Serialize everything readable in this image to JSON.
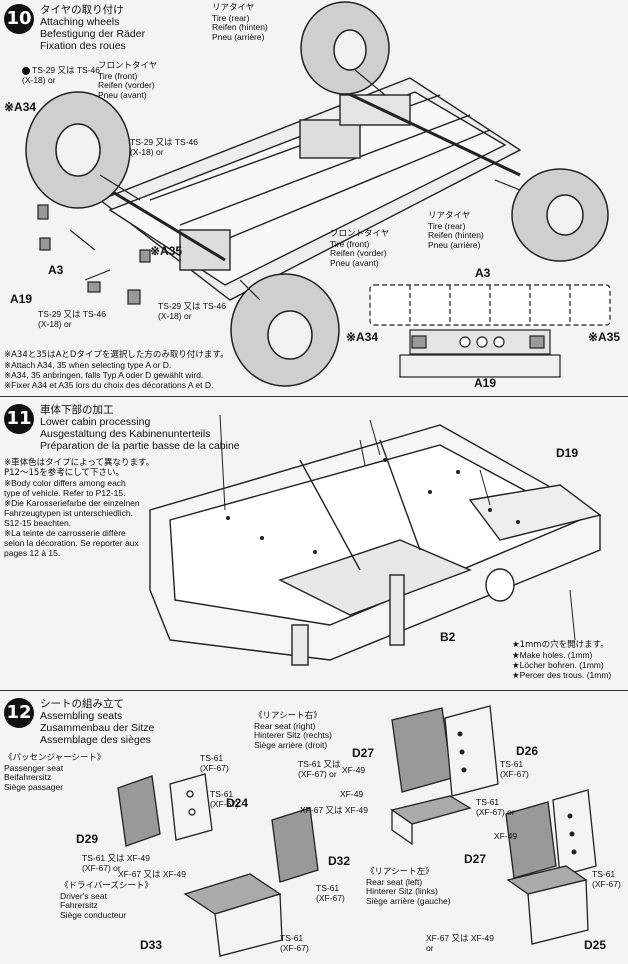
{
  "step10": {
    "number": "10",
    "title_jp": "タイヤの取り付け",
    "title_en": "Attaching wheels",
    "title_de": "Befestigung der Räder",
    "title_fr": "Fixation des roues",
    "tire_rear_top": [
      "リアタイヤ",
      "Tire (rear)",
      "Reifen (hinten)",
      "Pneu (arrière)"
    ],
    "tire_front_top": [
      "フロントタイヤ",
      "Tire (front)",
      "Reifen (vorder)",
      "Pneu (avant)"
    ],
    "tire_front_bottom": [
      "フロントタイヤ",
      "Tire (front)",
      "Reifen (vorder)",
      "Pneu (avant)"
    ],
    "tire_rear_right": [
      "リアタイヤ",
      "Tire (rear)",
      "Reifen (hinten)",
      "Pneu (arrière)"
    ],
    "paint_ts29_a": [
      "TS-29 又は TS-46",
      "(X-18) or"
    ],
    "paint_ts29_b": [
      "TS-29 又は TS-46",
      "(X-18) or"
    ],
    "paint_ts29_c": [
      "TS-29 又は TS-46",
      "(X-18) or"
    ],
    "paint_ts29_d": [
      "TS-29 又は TS-46",
      "(X-18) or"
    ],
    "parts": {
      "a34": "※A34",
      "a35": "※A35",
      "a3": "A3",
      "a19": "A19",
      "a34r": "※A34",
      "a35r": "※A35",
      "a3r": "A3",
      "a19r": "A19"
    },
    "notes": [
      "※A34と35はAとDタイプを選択した方のみ取り付けます。",
      "※Attach A34, 35 when selecting type A or D.",
      "※A34, 35 anbringen, falls Typ A oder D gewählt wird.",
      "※Fixer A34 et A35 lors du choix des décorations A et D."
    ]
  },
  "step11": {
    "number": "11",
    "title_jp": "車体下部の加工",
    "title_en": "Lower cabin processing",
    "title_de": "Ausgestaltung des Kabinenunterteils",
    "title_fr": "Préparation de la partie basse de la cabine",
    "notes": [
      "※車体色はタイプによって異なります。",
      "P12〜15を参考にして下さい。",
      "※Body color differs among each",
      "type of vehicle. Refer to P12-15.",
      "※Die Karosseriefarbe der einzelnen",
      "Fahrzeugtypen ist unterschiedlich.",
      "S12-15 beachten.",
      "※La teinte de carrosserie diffère",
      "selon la décoration. Se reporter aux",
      "pages 12 à 15."
    ],
    "parts": {
      "d19": "D19",
      "b2": "B2"
    },
    "holes": [
      "★1mmの穴を開けます。",
      "★Make holes. (1mm)",
      "★Löcher bohren. (1mm)",
      "★Percer des trous. (1mm)"
    ]
  },
  "step12": {
    "number": "12",
    "title_jp": "シートの組み立て",
    "title_en": "Assembling seats",
    "title_de": "Zusammenbau der Sitze",
    "title_fr": "Assemblage des sièges",
    "passenger": [
      "《パッセンジャーシート》",
      "Passenger seat",
      "Beifahrersitz",
      "Siège passager"
    ],
    "driver": [
      "《ドライバーズシート》",
      "Driver's seat",
      "Fahrersitz",
      "Siège conducteur"
    ],
    "rear_right": [
      "《リアシート右》",
      "Rear seat (right)",
      "Hinterer Sitz (rechts)",
      "Siège arrière (droit)"
    ],
    "rear_left": [
      "《リアシート左》",
      "Rear seat (left)",
      "Hinterer Sitz (links)",
      "Siège arrière (gauche)"
    ],
    "paints": {
      "ts61_a": [
        "TS-61",
        "(XF-67)"
      ],
      "ts61_b": "TS-61 又は XF-49",
      "ts61_b2": "(XF-67) or",
      "xf67_a": "XF-67 又は XF-49",
      "xf67_b": "XF-67 又は XF-49",
      "ts61_c": [
        "TS-61",
        "(XF-67)"
      ],
      "ts61_d": [
        "TS-61",
        "(XF-67)"
      ],
      "ts61_e": "TS-61 又は",
      "ts61_e2": "(XF-67) or",
      "xf49_a": "XF-49",
      "ts61_f": [
        "TS-61",
        "(XF-67)"
      ],
      "ts61_g": [
        "TS-61",
        "(XF-67) or"
      ],
      "xf49_b": "XF-49",
      "xf49_c": "XF-49",
      "ts61_h": [
        "TS-61",
        "(XF-67)"
      ],
      "xf67_c": "XF-67 又は XF-49",
      "xf67_c2": "or",
      "ts61_i": [
        "TS-61",
        "(XF-67)"
      ]
    },
    "parts": {
      "d24": "D24",
      "d29": "D29",
      "d32": "D32",
      "d33": "D33",
      "d27a": "D27",
      "d26": "D26",
      "d27b": "D27",
      "d25": "D25"
    }
  }
}
